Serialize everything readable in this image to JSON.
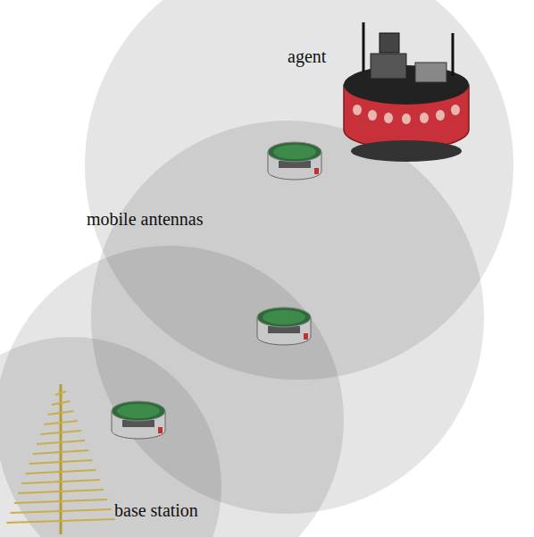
{
  "diagram": {
    "labels": [
      "agent",
      "mobile antennas",
      "base station"
    ]
  }
}
